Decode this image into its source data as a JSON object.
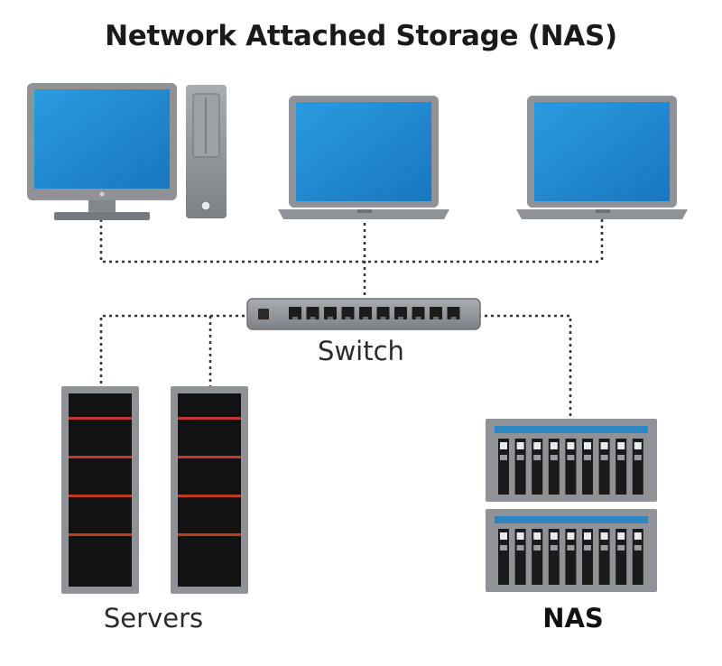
{
  "title": "Network Attached Storage (NAS)",
  "labels": {
    "switch": "Switch",
    "servers": "Servers",
    "nas": "NAS"
  },
  "devices": {
    "desktop_computers": 1,
    "laptops": 2,
    "switch_ports": 10,
    "servers": 2,
    "nas_units": 2,
    "nas_drive_bays_per_unit": 9
  },
  "colors": {
    "screen": "#1f8fd6",
    "device_gray": "#8e9196",
    "server_body": "#121212",
    "server_stripe": "#c0392b",
    "nas_accent": "#2e86c1",
    "connection": "#333333"
  }
}
